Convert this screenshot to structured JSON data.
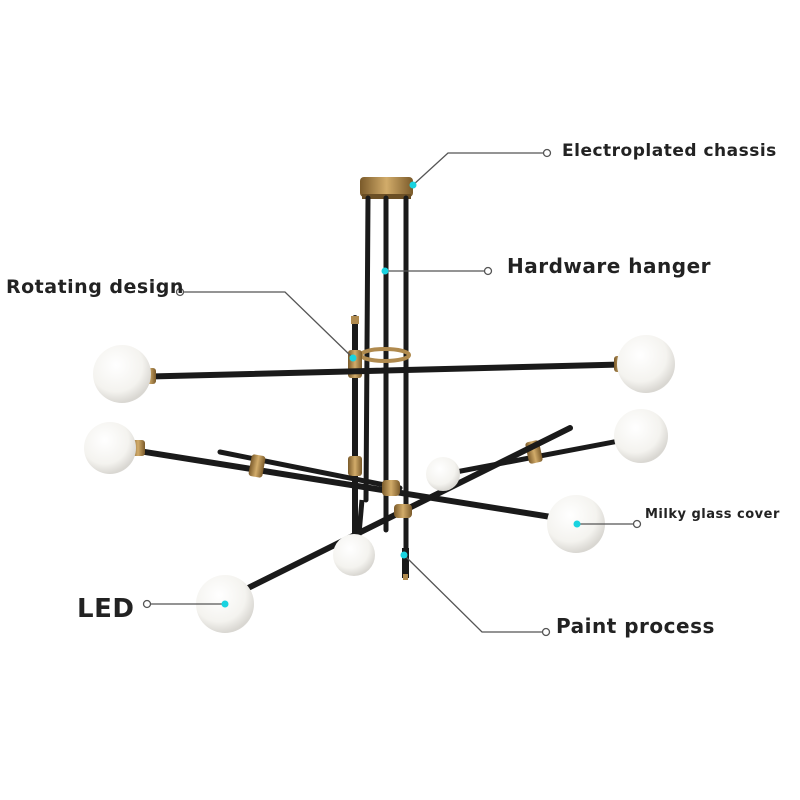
{
  "colors": {
    "rod": "#1a1a1a",
    "brass": "#b08a4e",
    "brass_dark": "#7a5a2a",
    "globe": "#f7f6f2",
    "marker": "#19d3e0",
    "leader": "#555555",
    "text": "#222222"
  },
  "labels": {
    "chassis": "Electroplated chassis",
    "hanger": "Hardware hanger",
    "rotating": "Rotating design",
    "milky": "Milky glass cover",
    "led": "LED",
    "paint": "Paint process"
  }
}
